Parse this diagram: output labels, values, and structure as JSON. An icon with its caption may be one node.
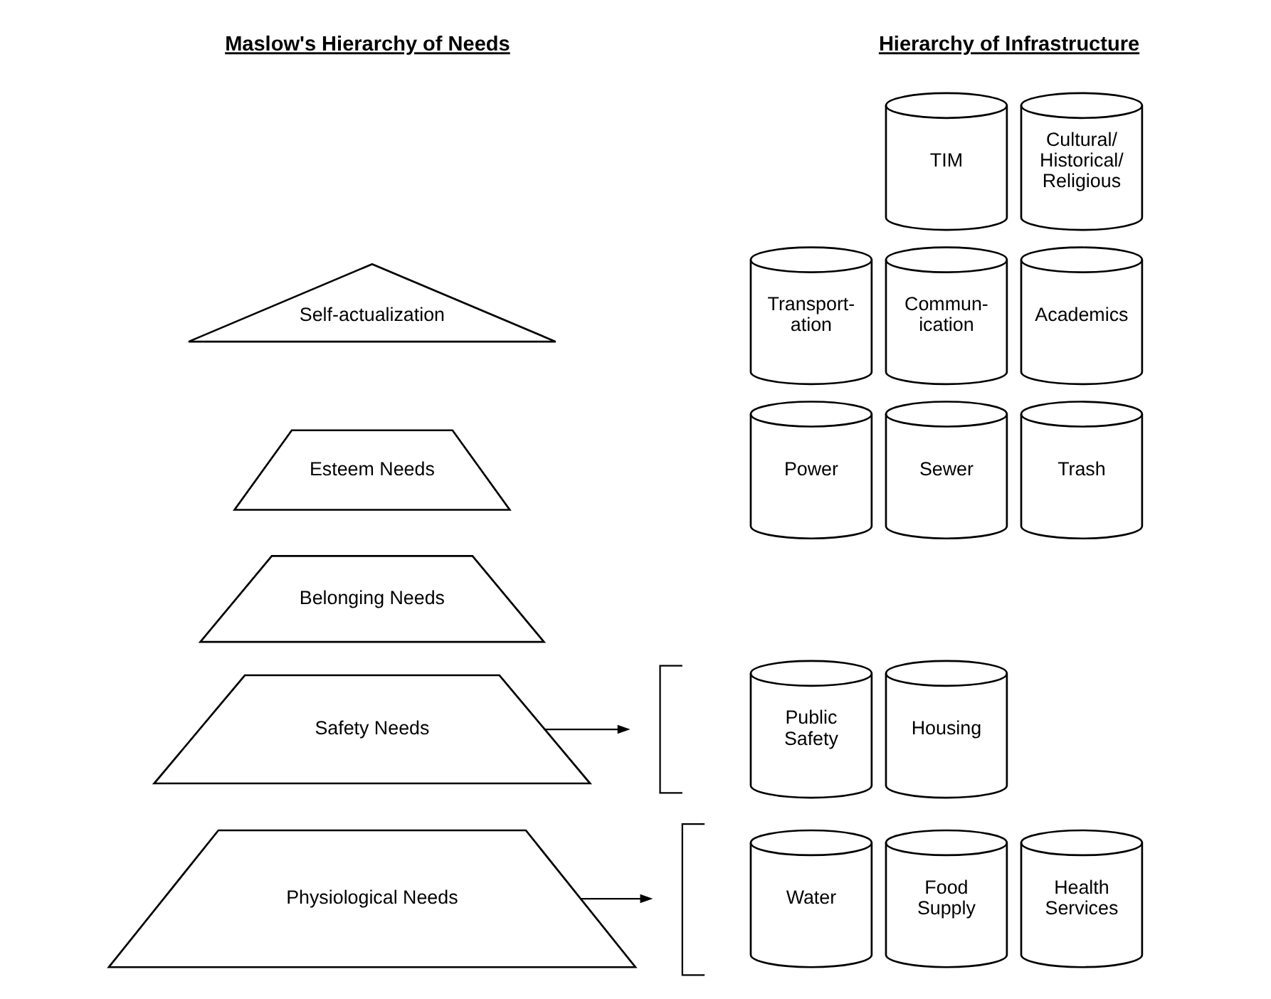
{
  "diagram": {
    "nodes": [
      {
        "text": [
          "Self-actualization"
        ]
      },
      {
        "text": [
          "Esteem Needs"
        ]
      },
      {
        "text": [
          "Belonging Needs"
        ]
      },
      {
        "text": [
          "Safety Needs"
        ]
      },
      {
        "text": [
          "Physiological Needs"
        ]
      },
      {
        "text": [
          "TIM"
        ]
      },
      {
        "text": [
          "Cultural/ Historical/ Religious"
        ]
      },
      {
        "text": [
          "Transport- ation"
        ]
      },
      {
        "text": [
          "Commun- ication"
        ]
      },
      {
        "text": [
          "Academics"
        ]
      },
      {
        "text": [
          "Power"
        ]
      },
      {
        "text": [
          "Sewer"
        ]
      },
      {
        "text": [
          "Trash"
        ]
      },
      {
        "text": [
          "Public Safety"
        ]
      },
      {
        "text": [
          "Housing"
        ]
      },
      {
        "text": [
          "Water"
        ]
      },
      {
        "text": [
          "Food Supply"
        ]
      },
      {
        "text": [
          "Health Services"
        ]
      },
      {
        "text": [],
        "shape": "bracket"
      },
      {
        "text": [],
        "shape": "bracket"
      }
    ],
    "edges": [
      {
        "from": 3,
        "to": 18,
        "arrow": "to"
      },
      {
        "from": 4,
        "to": 19,
        "arrow": "to"
      }
    ],
    "labels": [
      "Maslow's Hierarchy of Needs",
      "Hierarchy of Infrastructure"
    ]
  }
}
